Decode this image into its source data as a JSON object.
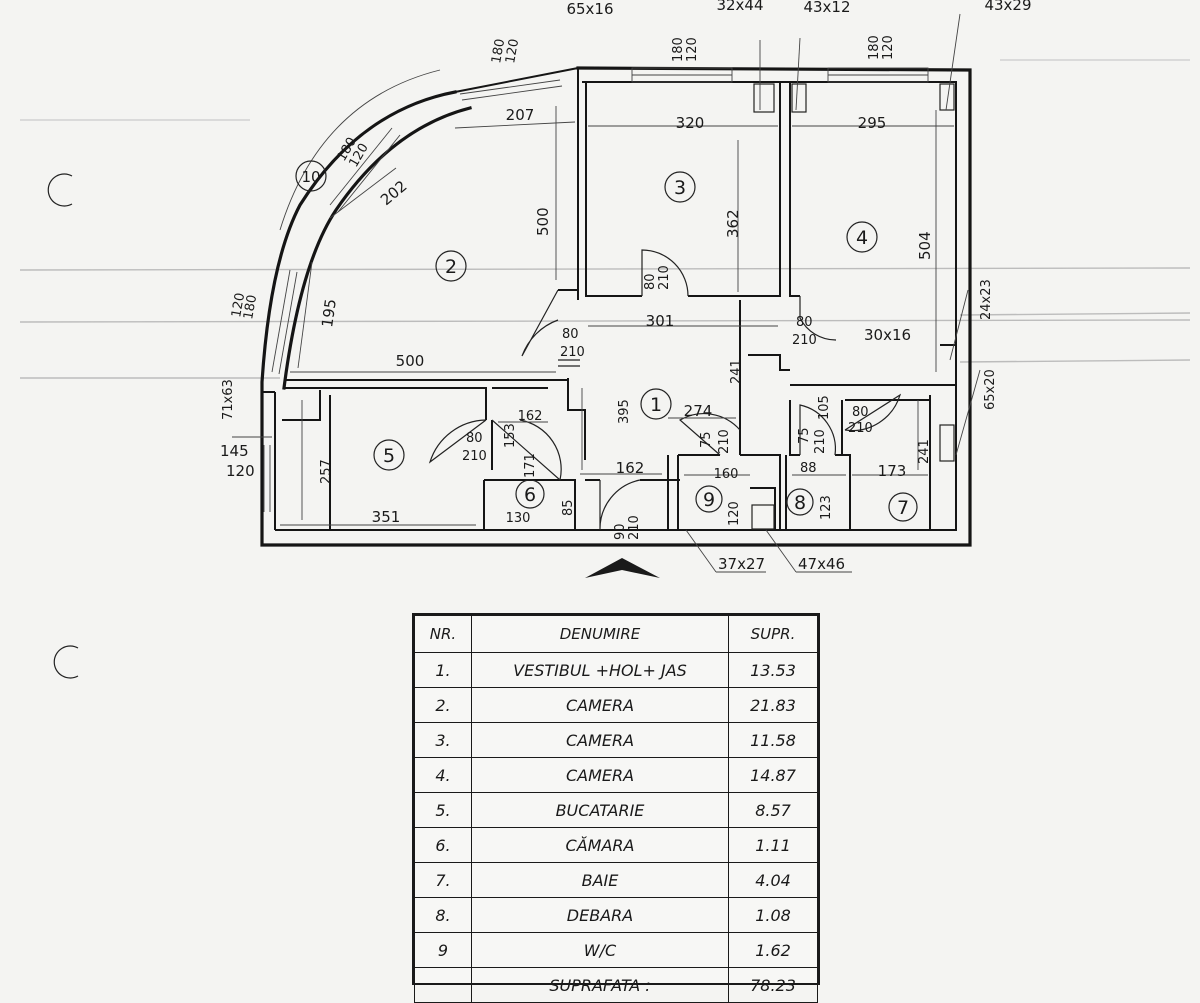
{
  "dimensions": {
    "top": [
      "65x16",
      "32x44",
      "43x12",
      "43x29"
    ],
    "window_marks": [
      "180",
      "120"
    ],
    "r2_top": "207",
    "r3_width": "320",
    "r4_width": "295",
    "r2_diag": "202",
    "r2_height": "500",
    "r3_height": "362",
    "r4_height": "504",
    "r2_side": "195",
    "r2_bottom": "500",
    "hall_width": "301",
    "door_80": "80",
    "door_210": "210",
    "door_210b": "210",
    "door_210c": "210",
    "door_90": "90",
    "left_180": "180",
    "left_120": "120",
    "left_71x63": "71x63",
    "left_145": "145",
    "left_120b": "120",
    "r5_h": "257",
    "r5_w": "351",
    "hall_162": "162",
    "hall_153": "153",
    "hall_395": "395",
    "hall_274": "274",
    "hall_241": "241",
    "hall_162b": "162",
    "r6_h": "171",
    "r6_w": "130",
    "r6_85": "85",
    "r9_w": "160",
    "r9_h": "120",
    "r9_75": "75",
    "r8_88": "88",
    "r8_123": "123",
    "r8_105": "105",
    "r8_75": "75",
    "r7_w": "173",
    "r7_h": "241",
    "right_30x16": "30x16",
    "right_24x23": "24x23",
    "right_65x20": "65x20",
    "bottom_37x27": "37x27",
    "bottom_47x46": "47x46"
  },
  "rooms": [
    "1",
    "2",
    "3",
    "4",
    "5",
    "6",
    "7",
    "8",
    "9",
    "10"
  ],
  "legend": {
    "headers": [
      "NR.",
      "DENUMIRE",
      "SUPR."
    ],
    "rows": [
      [
        "1.",
        "VESTIBUL +HOL+ JAS",
        "13.53"
      ],
      [
        "2.",
        "CAMERA",
        "21.83"
      ],
      [
        "3.",
        "CAMERA",
        "11.58"
      ],
      [
        "4.",
        "CAMERA",
        "14.87"
      ],
      [
        "5.",
        "BUCATARIE",
        "8.57"
      ],
      [
        "6.",
        "CĂMARA",
        "1.11"
      ],
      [
        "7.",
        "BAIE",
        "4.04"
      ],
      [
        "8.",
        "DEBARA",
        "1.08"
      ],
      [
        "9",
        "W/C",
        "1.62"
      ]
    ],
    "total": [
      "",
      "SUPRAFATA :",
      "78.23"
    ]
  },
  "colors": {
    "ink": "#1a1a1a",
    "paper": "#f4f4f2"
  }
}
